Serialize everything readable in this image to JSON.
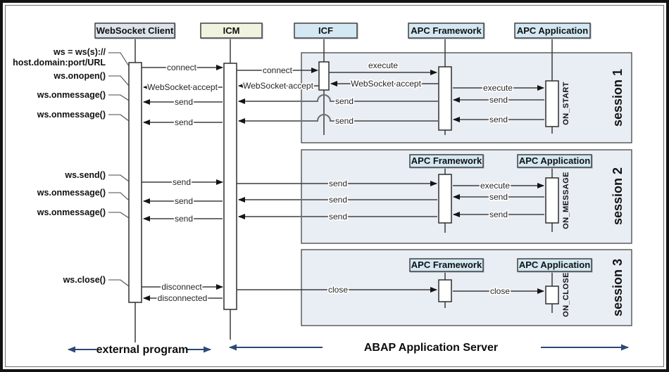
{
  "headers": {
    "client": "WebSocket Client",
    "icm": "ICM",
    "icf": "ICF",
    "framework": "APC Framework",
    "application": "APC Application"
  },
  "client_api": {
    "url_line1": "ws = ws(s)://",
    "url_line2": "host.domain:port/URL",
    "onopen": "ws.onopen()",
    "onmessage": "ws.onmessage()",
    "send": "ws.send()",
    "close": "ws.close()"
  },
  "messages": {
    "connect": "connect",
    "execute": "execute",
    "accept": "WebSocket accept",
    "send": "send",
    "close": "close",
    "disconnect": "disconnect",
    "disconnected": "disconnected"
  },
  "sessions": {
    "s1": {
      "label": "session 1",
      "handler": "ON_START"
    },
    "s2": {
      "label": "session 2",
      "handler": "ON_MESSAGE"
    },
    "s3": {
      "label": "session 3",
      "handler": "ON_CLOSE"
    }
  },
  "footer": {
    "external": "external program",
    "abap": "ABAP Application Server"
  },
  "colors": {
    "client_box": "#dee4ec",
    "icm_box": "#eff3df",
    "http_box": "#d3e8f3",
    "session_bg": "#e9edf4",
    "blue_arrow": "#2c4a74"
  }
}
